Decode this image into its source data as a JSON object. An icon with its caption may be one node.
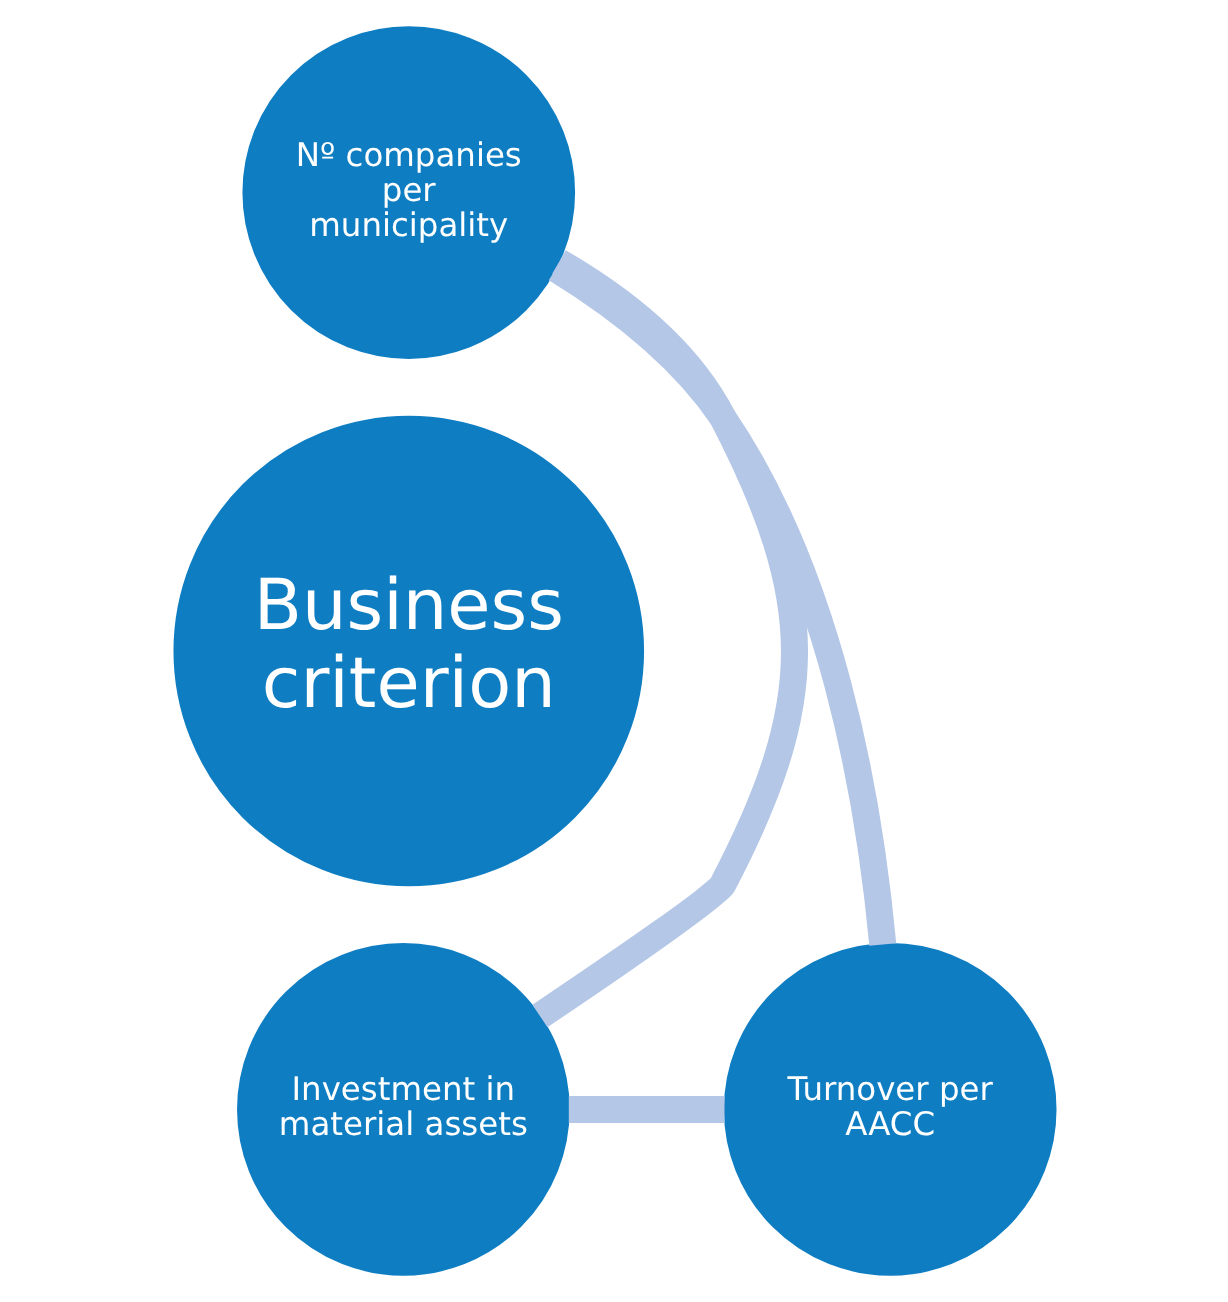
{
  "diagram": {
    "nodes": [
      {
        "text": [
          "Nº companies per municipality"
        ]
      },
      {
        "text": [
          "Business criterion"
        ]
      },
      {
        "text": [
          "Investment in material assets"
        ]
      },
      {
        "text": [
          "Turnover per AACC"
        ]
      }
    ],
    "edges": [
      {
        "from": 0,
        "to": 3,
        "arrow": "none"
      },
      {
        "from": 3,
        "to": 2,
        "arrow": "none"
      },
      {
        "from": 2,
        "to": 0,
        "arrow": "none"
      }
    ]
  }
}
